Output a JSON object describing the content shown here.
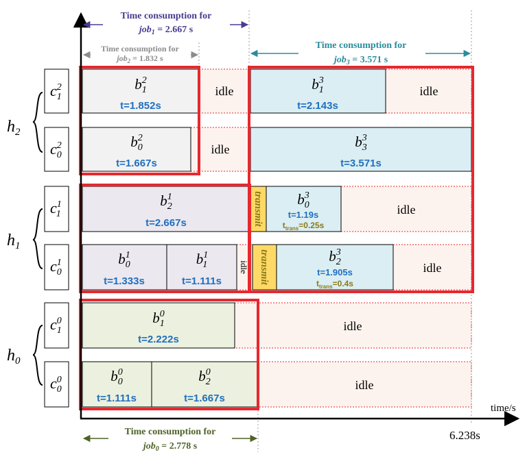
{
  "annotations": {
    "job1": {
      "line1": "Time consumption for",
      "job_prefix": "job",
      "job_sub": "1",
      "job_suffix": " = 2.667 s"
    },
    "job2": {
      "line1": "Time consumption for",
      "job_prefix": "job",
      "job_sub": "2",
      "job_suffix": " = 1.832 s"
    },
    "job3": {
      "line1": "Time consumption for",
      "job_prefix": "job",
      "job_sub": "3",
      "job_suffix": " = 3.571 s"
    },
    "job0": {
      "line1": "Time consumption for",
      "job_prefix": "job",
      "job_sub": "0",
      "job_suffix": " = 2.778 s"
    }
  },
  "axis": {
    "xlabel": "time/s",
    "end_label": "6.238s"
  },
  "hosts": [
    {
      "base": "h",
      "sub": "2"
    },
    {
      "base": "h",
      "sub": "1"
    },
    {
      "base": "h",
      "sub": "0"
    }
  ],
  "rows": [
    {
      "base": "c",
      "sup": "2",
      "sub": "1"
    },
    {
      "base": "c",
      "sup": "2",
      "sub": "0"
    },
    {
      "base": "c",
      "sup": "1",
      "sub": "1"
    },
    {
      "base": "c",
      "sup": "1",
      "sub": "0"
    },
    {
      "base": "c",
      "sup": "0",
      "sub": "1"
    },
    {
      "base": "c",
      "sup": "0",
      "sub": "0"
    }
  ],
  "blocks": [
    {
      "sup": "2",
      "sub": "1",
      "t": "t=1.852s"
    },
    {
      "sup": "2",
      "sub": "0",
      "t": "t=1.667s"
    },
    {
      "sup": "3",
      "sub": "1",
      "t": "t=2.143s"
    },
    {
      "sup": "3",
      "sub": "3",
      "t": "t=3.571s"
    },
    {
      "sup": "1",
      "sub": "2",
      "t": "t=2.667s"
    },
    {
      "sup": "3",
      "sub": "0",
      "t": "t=1.19s",
      "trans": "0.25s"
    },
    {
      "sup": "1",
      "sub": "0",
      "t": "t=1.333s"
    },
    {
      "sup": "1",
      "sub": "1",
      "t": "t=1.111s"
    },
    {
      "sup": "3",
      "sub": "2",
      "t": "t=1.905s",
      "trans": "0.4s"
    },
    {
      "sup": "0",
      "sub": "1",
      "t": "t=2.222s"
    },
    {
      "sup": "0",
      "sub": "0",
      "t": "t=1.111s"
    },
    {
      "sup": "0",
      "sub": "2",
      "t": "t=1.667s"
    }
  ],
  "idle_label": "idle",
  "transmit_label": "transmit",
  "ttrans_base": "t",
  "ttrans_sub": "trans",
  "colors": {
    "red": "#e8282e",
    "grey_block": "#f2f2f2",
    "lavender_block": "#ebe8f0",
    "blue_block": "#dbeef3",
    "green_block": "#ebf1de",
    "idle_bg": "#fdf3ee",
    "transmit_bg": "#ffd966",
    "value_blue": "#1f6fbf",
    "trans_olive": "#8a7a1a",
    "job1_purple": "#4b3b8f",
    "job2_grey": "#8c8c8c",
    "job3_teal": "#2a8c9c",
    "job0_olive": "#4f6228"
  }
}
